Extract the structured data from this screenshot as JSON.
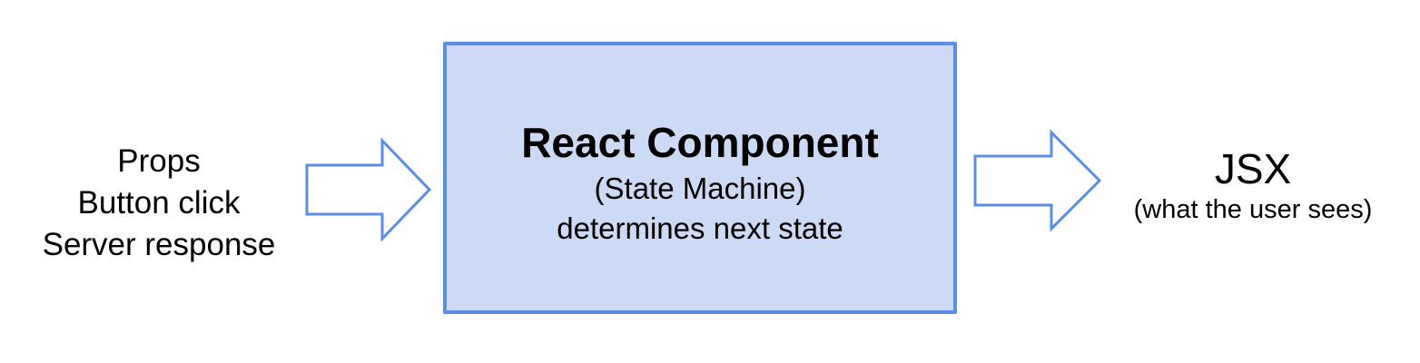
{
  "inputs": {
    "lines": [
      "Props",
      "Button click",
      "Server response"
    ]
  },
  "component": {
    "title": "React Component",
    "subtitle": "(State Machine)",
    "description": "determines next state"
  },
  "output": {
    "title": "JSX",
    "subtitle": "(what the user sees)"
  },
  "colors": {
    "accent": "#5b8ce6",
    "box_fill": "#ccdaf5",
    "background": "#ffffff",
    "text": "#000000"
  }
}
